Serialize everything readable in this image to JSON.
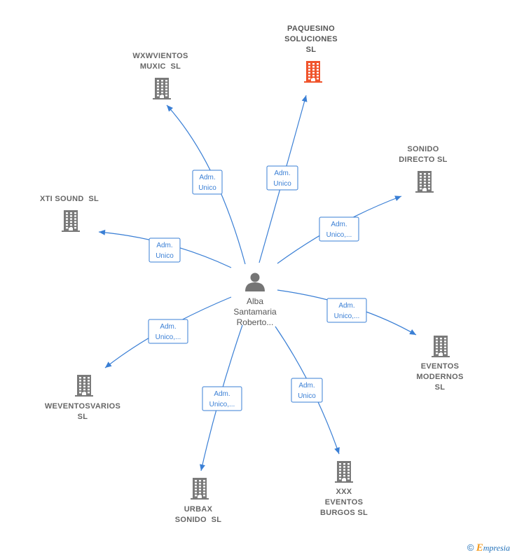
{
  "colors": {
    "edge": "#3a7fd5",
    "building": "#7a7a7a",
    "building_highlight": "#f0542c",
    "person": "#757575",
    "label_text": "#666666"
  },
  "center": {
    "name_lines": [
      "Alba",
      "Santamaria",
      "Roberto..."
    ],
    "icon": "person-icon"
  },
  "companies": [
    {
      "id": "paquesino",
      "lines": [
        "PAQUESINO",
        "SOLUCIONES",
        "SL"
      ],
      "highlight": true,
      "icon": "building-icon",
      "relation": [
        "Adm.",
        "Unico"
      ]
    },
    {
      "id": "wxwvientos",
      "lines": [
        "WXWVIENTOS",
        "MUXIC  SL"
      ],
      "highlight": false,
      "icon": "building-icon",
      "relation": [
        "Adm.",
        "Unico"
      ]
    },
    {
      "id": "sonido-directo",
      "lines": [
        "SONIDO",
        "DIRECTO SL"
      ],
      "highlight": false,
      "icon": "building-icon",
      "relation": [
        "Adm.",
        "Unico,..."
      ]
    },
    {
      "id": "xti-sound",
      "lines": [
        "XTI SOUND  SL"
      ],
      "highlight": false,
      "icon": "building-icon",
      "relation": [
        "Adm.",
        "Unico"
      ]
    },
    {
      "id": "eventos-modernos",
      "lines": [
        "EVENTOS",
        "MODERNOS",
        "SL"
      ],
      "highlight": false,
      "icon": "building-icon",
      "relation": [
        "Adm.",
        "Unico,..."
      ]
    },
    {
      "id": "weventosvarios",
      "lines": [
        "WEVENTOSVARIOS",
        "SL"
      ],
      "highlight": false,
      "icon": "building-icon",
      "relation": [
        "Adm.",
        "Unico,..."
      ]
    },
    {
      "id": "urbax-sonido",
      "lines": [
        "URBAX",
        "SONIDO  SL"
      ],
      "highlight": false,
      "icon": "building-icon",
      "relation": [
        "Adm.",
        "Unico,..."
      ]
    },
    {
      "id": "xxx-eventos-burgos",
      "lines": [
        "XXX",
        "EVENTOS",
        "BURGOS SL"
      ],
      "highlight": false,
      "icon": "building-icon",
      "relation": [
        "Adm.",
        "Unico"
      ]
    }
  ],
  "footer": {
    "copyright": "©",
    "brand_first": "E",
    "brand_rest": "mpresia"
  }
}
